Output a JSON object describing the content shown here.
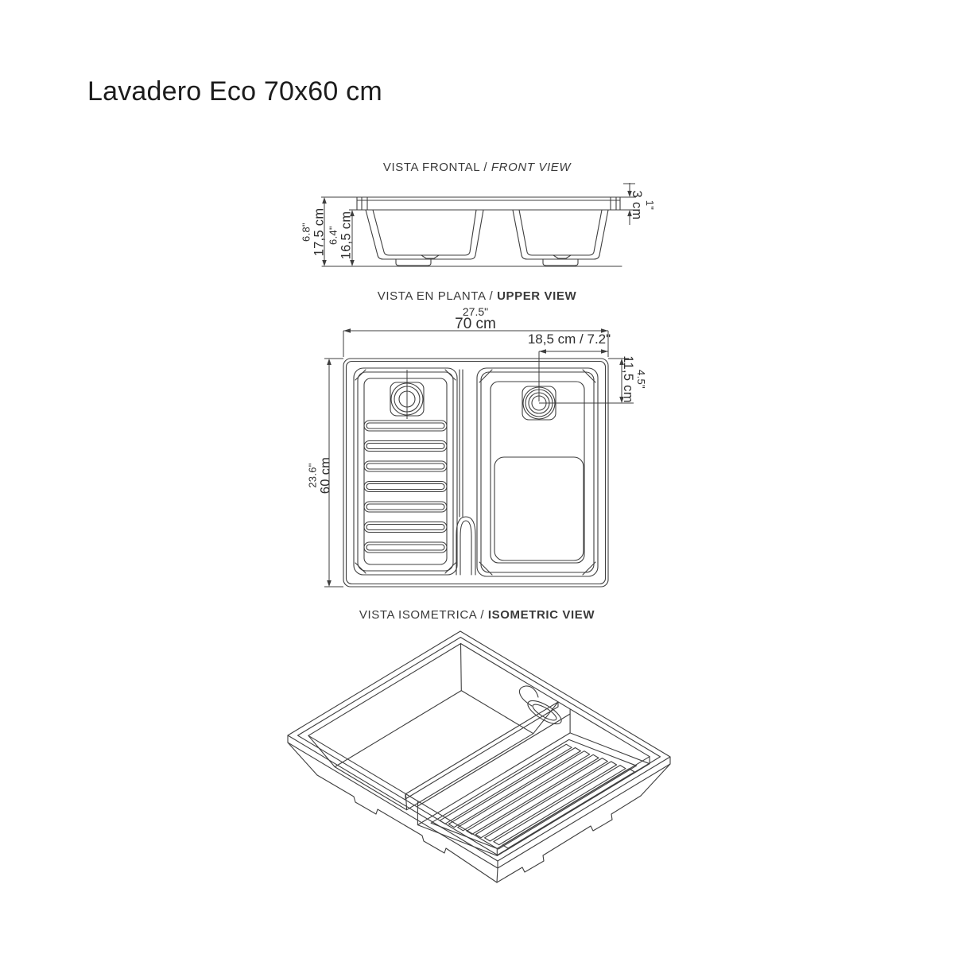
{
  "page": {
    "title": "Lavadero Eco 70x60 cm",
    "background_color": "#ffffff",
    "line_color": "#3f3f3f",
    "text_color": "#2f2f2f"
  },
  "views": {
    "separator": " / ",
    "front": {
      "label_es": "VISTA FRONTAL",
      "label_en": "FRONT VIEW"
    },
    "upper": {
      "label_es": "VISTA EN PLANTA",
      "label_en": "UPPER VIEW"
    },
    "isometric": {
      "label_es": "VISTA ISOMETRICA",
      "label_en": "ISOMETRIC VIEW"
    }
  },
  "dimensions": {
    "front_outer_height": {
      "in": "6.8\"",
      "cm": "17,5 cm"
    },
    "front_inner_height": {
      "in": "6.4\"",
      "cm": "16,5 cm"
    },
    "front_rim_thickness": {
      "cm": "3 cm",
      "in": "1\""
    },
    "upper_width": {
      "in": "27.5\"",
      "cm": "70 cm"
    },
    "upper_drain_offset": {
      "text": "18,5 cm  / 7.2\""
    },
    "upper_drain_inset": {
      "in": "4.5\"",
      "cm": "11,5 cm"
    },
    "upper_depth": {
      "in": "23.6\"",
      "cm": "60 cm"
    }
  }
}
